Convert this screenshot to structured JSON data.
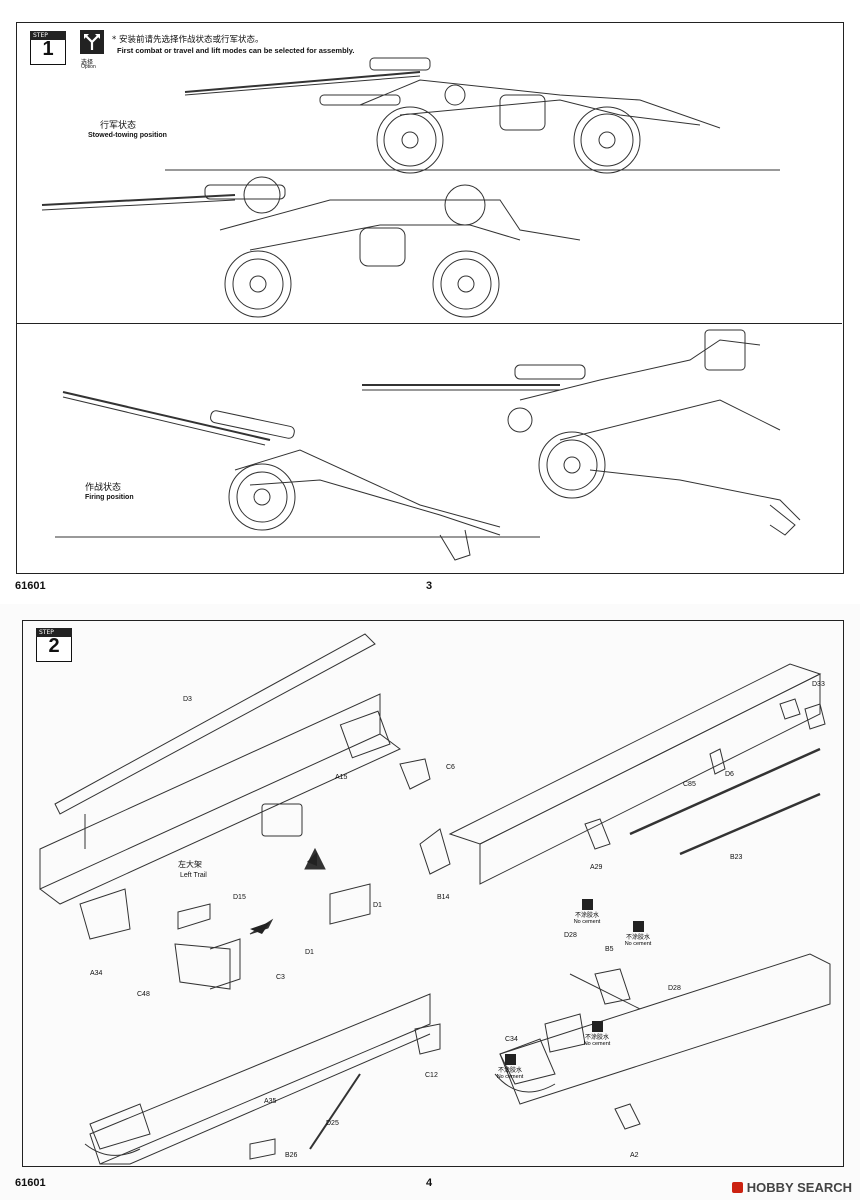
{
  "top_page": {
    "step": {
      "tab": "STEP",
      "number": "1"
    },
    "option": {
      "cn": "选择",
      "en": "Option"
    },
    "instruction": {
      "cn": "安装前请先选择作战状态或行军状态。",
      "en": "First combat or travel and lift modes can be selected for assembly."
    },
    "stowed": {
      "cn": "行军状态",
      "en": "Stowed-towing position"
    },
    "firing": {
      "cn": "作战状态",
      "en": "Firing position"
    },
    "footer_code": "61601",
    "page_number": "3"
  },
  "bottom_page": {
    "step": {
      "tab": "STEP",
      "number": "2"
    },
    "left_trail": {
      "cn": "左大架",
      "en": "Left Trail"
    },
    "parts": {
      "D3": "D3",
      "A15": "A15",
      "C6": "C6",
      "D15": "D15",
      "D1a": "D1",
      "D1b": "D1",
      "C48": "C48",
      "C3": "C3",
      "A34": "A34",
      "C12": "C12",
      "A35": "A35",
      "D25": "D25",
      "B26": "B26",
      "D33": "D33",
      "D6": "D6",
      "C85": "C85",
      "A29": "A29",
      "B14": "B14",
      "B23": "B23",
      "D28a": "D28",
      "B5": "B5",
      "D28b": "D28",
      "C34": "C34",
      "A2": "A2"
    },
    "no_cement": {
      "cn": "不涂胶水",
      "en": "No cement"
    },
    "footer_code": "61601",
    "page_number": "4"
  },
  "watermark": {
    "text": "HOBBY SEARCH"
  }
}
